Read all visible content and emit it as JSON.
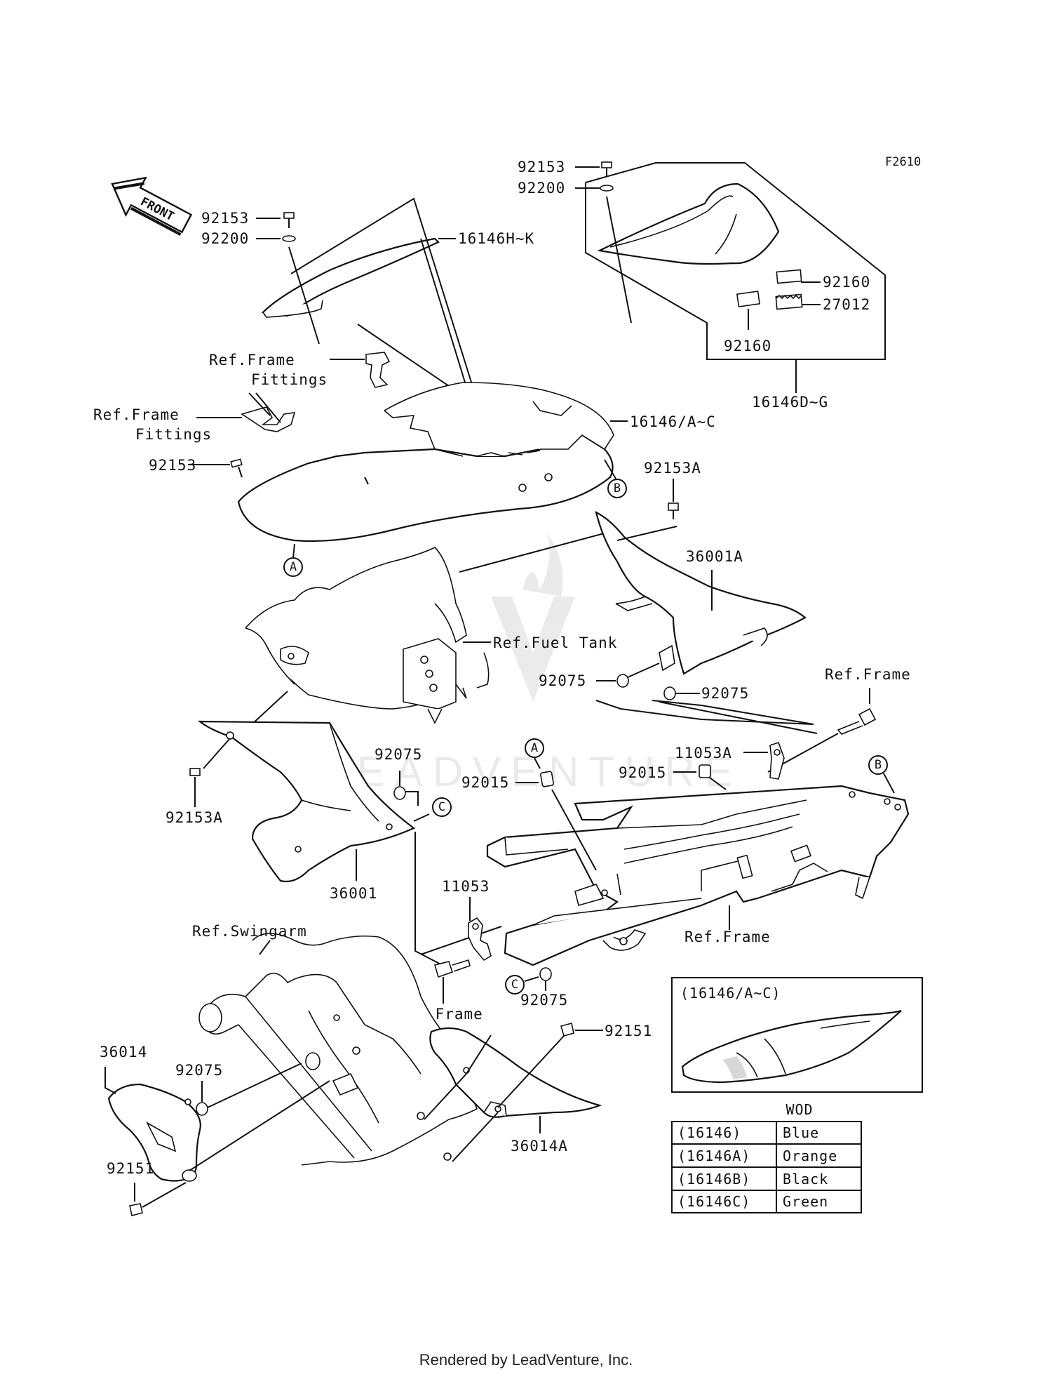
{
  "figure_code": "F2610",
  "front_label": "FRONT",
  "watermark_text": "LEADVENTURE",
  "footer_text": "Rendered by LeadVenture, Inc.",
  "labels": {
    "p92153_top": "92153",
    "p92200_top": "92200",
    "p92153_left": "92153",
    "p92200_left": "92200",
    "p16146HK": "16146H~K",
    "p92160_right": "92160",
    "p27012": "27012",
    "p92160_mid": "92160",
    "p16146DG": "16146D~G",
    "refFrameFittings1_a": "Ref.Frame",
    "refFrameFittings1_b": "Fittings",
    "refFrameFittings2_a": "Ref.Frame",
    "refFrameFittings2_b": "Fittings",
    "p16146AC": "16146/A~C",
    "p92153_mid": "92153",
    "p92153A_right": "92153A",
    "p36001A": "36001A",
    "refFuelTank": "Ref.Fuel Tank",
    "p92075_a": "92075",
    "p92075_b": "92075",
    "refFrame_top": "Ref.Frame",
    "p11053A": "11053A",
    "p92015_right": "92015",
    "p92015_left": "92015",
    "p92075_c": "92075",
    "p92153A_left": "92153A",
    "p36001": "36001",
    "p11053": "11053",
    "refFrame_mid": "Ref.Frame",
    "refSwingarm": "Ref.Swingarm",
    "refFrame_bot": "Ref.Frame",
    "p92075_d": "92075",
    "p36014": "36014",
    "p92075_e": "92075",
    "p92151_right": "92151",
    "p36014A": "36014A",
    "p92151_left": "92151"
  },
  "tags": {
    "A": "A",
    "B": "B",
    "C": "C"
  },
  "inset": {
    "title": "(16146/A~C)"
  },
  "color_table": {
    "title": "WOD",
    "rows": [
      {
        "code": "(16146)",
        "color": "Blue"
      },
      {
        "code": "(16146A)",
        "color": "Orange"
      },
      {
        "code": "(16146B)",
        "color": "Black"
      },
      {
        "code": "(16146C)",
        "color": "Green"
      }
    ]
  }
}
